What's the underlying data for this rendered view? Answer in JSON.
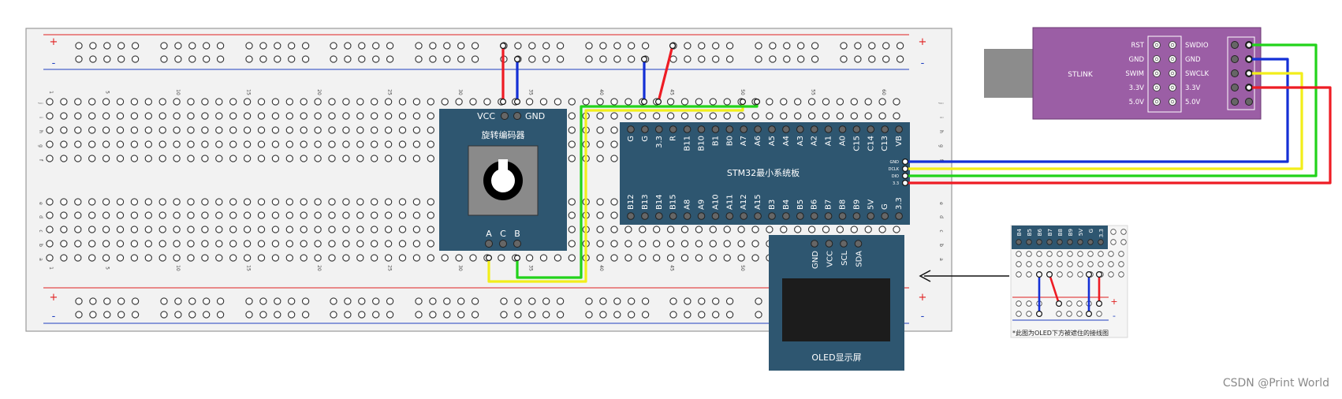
{
  "breadboard": {
    "plus": "+",
    "minus": "-",
    "column_numbers": [
      "1",
      "5",
      "10",
      "15",
      "20",
      "25",
      "30",
      "35",
      "40",
      "45",
      "50",
      "55",
      "60"
    ],
    "row_letters_top": [
      "j",
      "i",
      "h",
      "g",
      "f"
    ],
    "row_letters_bottom": [
      "e",
      "d",
      "c",
      "b",
      "a"
    ]
  },
  "encoder": {
    "title": "旋转编码器",
    "vcc": "VCC",
    "gnd": "GND",
    "pins": [
      "A",
      "C",
      "B"
    ]
  },
  "stm32": {
    "title": "STM32最小系统板",
    "top_pins": [
      "G",
      "G",
      "3.3",
      "R",
      "B11",
      "B10",
      "B1",
      "B0",
      "A7",
      "A6",
      "A5",
      "A4",
      "A3",
      "A2",
      "A1",
      "A0",
      "C15",
      "C14",
      "C13",
      "VB"
    ],
    "bottom_pins": [
      "B12",
      "B13",
      "B14",
      "B15",
      "A8",
      "A9",
      "A10",
      "A11",
      "A12",
      "A15",
      "B3",
      "B4",
      "B5",
      "B6",
      "B7",
      "B8",
      "B9",
      "5V",
      "G",
      "3.3"
    ],
    "side_pins": [
      "GND",
      "DCLK",
      "DIO",
      "3.3"
    ]
  },
  "stlink": {
    "name": "STLINK",
    "left_labels": [
      "RST",
      "GND",
      "SWIM",
      "3.3V",
      "5.0V"
    ],
    "right_labels": [
      "SWDIO",
      "GND",
      "SWCLK",
      "3.3V",
      "5.0V"
    ]
  },
  "oled": {
    "title": "OLED显示屏",
    "pins": [
      "GND",
      "VCC",
      "SCL",
      "SDA"
    ]
  },
  "inset": {
    "pins": [
      "B4",
      "B5",
      "B6",
      "B7",
      "B8",
      "B9",
      "5V",
      "G",
      "3.3"
    ],
    "caption": "*此图为OLED下方被遮住的接线图",
    "plus": "+",
    "minus": "-"
  },
  "colors": {
    "board": "#2e5670",
    "stlink": "#9b5ea5",
    "wire_red": "#ee1c24",
    "wire_blue": "#1430d6",
    "wire_green": "#22d31a",
    "wire_yellow": "#f2ee1a"
  },
  "watermark": "CSDN @Print World"
}
